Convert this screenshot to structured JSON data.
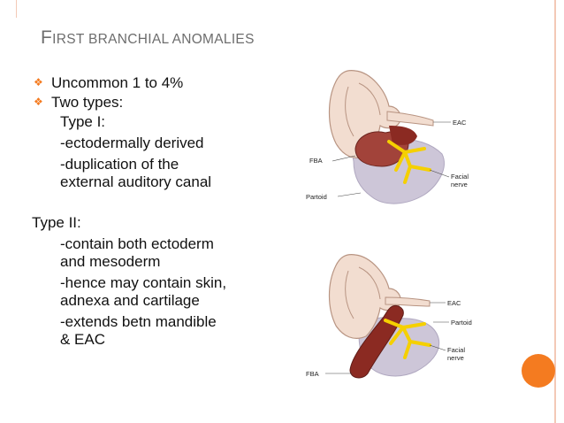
{
  "slide": {
    "title_initial": "F",
    "title_rest": "IRST BRANCHIAL ANOMALIES",
    "bullets": [
      {
        "text": "Uncommon 1 to 4%"
      },
      {
        "text": "Two types:"
      }
    ],
    "type1": {
      "heading": "Type I:",
      "lines": [
        "-ectodermally derived",
        "-duplication of the",
        "external auditory canal"
      ]
    },
    "type2": {
      "heading": "Type II:",
      "lines": [
        "-contain both ectoderm",
        "and mesoderm",
        "-hence may contain skin,",
        "adnexa and cartilage",
        "-extends betn mandible",
        "& EAC"
      ]
    }
  },
  "figure_top": {
    "labels": {
      "eac": "EAC",
      "fba": "FBA",
      "facial": "Facial",
      "nerve": "nerve",
      "partoid": "Partoid"
    }
  },
  "figure_bottom": {
    "labels": {
      "eac": "EAC",
      "partoid": "Partoid",
      "facial": "Facial",
      "nerve": "nerve",
      "fba": "FBA"
    }
  },
  "colors": {
    "accent": "#f47b20",
    "rule": "#f3c9b6",
    "ear": "#f2ddd0",
    "gland": "#cdc6d8",
    "fba": "#8b2a22",
    "nerve": "#f5d000"
  }
}
